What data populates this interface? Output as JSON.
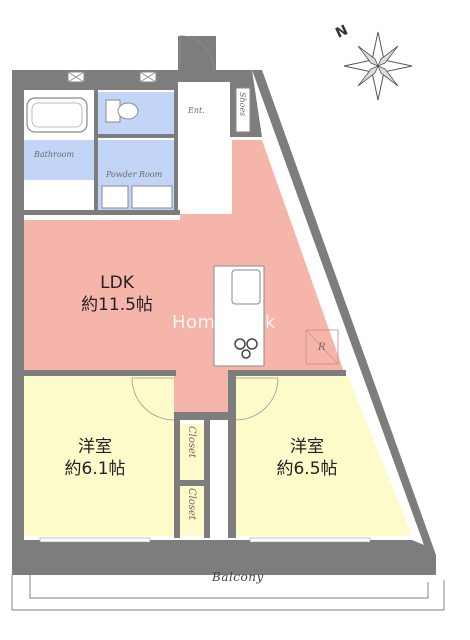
{
  "compass": {
    "label": "N"
  },
  "rooms": {
    "ldk": {
      "name": "LDK",
      "size": "約11.5帖"
    },
    "western1": {
      "name": "洋室",
      "size": "約6.1帖"
    },
    "western2": {
      "name": "洋室",
      "size": "約6.5帖"
    }
  },
  "labels": {
    "bathroom": "Bathroom",
    "powder_room": "Powder Room",
    "entrance": "Ent.",
    "shoes": "Shoes",
    "closet1": "Closet",
    "closet2": "Closet",
    "balcony": "Balcony",
    "refrigerator": "R"
  },
  "watermark": "HomesLink",
  "colors": {
    "ldk": "#f5b5ab",
    "western": "#fdfbc9",
    "wet_area": "#c2d5f7",
    "wall": "#7d7d7d"
  }
}
